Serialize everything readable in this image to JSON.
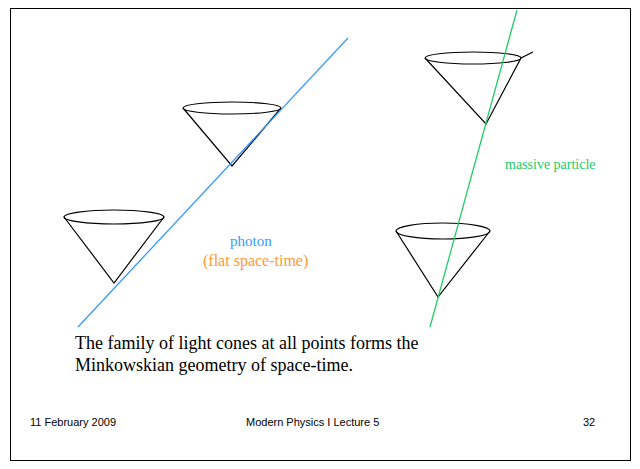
{
  "diagram": {
    "caption": "The family of light cones at all points forms the Minkowskian geometry of space-time.",
    "labels": [
      "photon",
      "massive particle",
      "(flat space-time)",
      "11 February 2009",
      "Modern Physics I Lecture 5",
      "32"
    ]
  }
}
